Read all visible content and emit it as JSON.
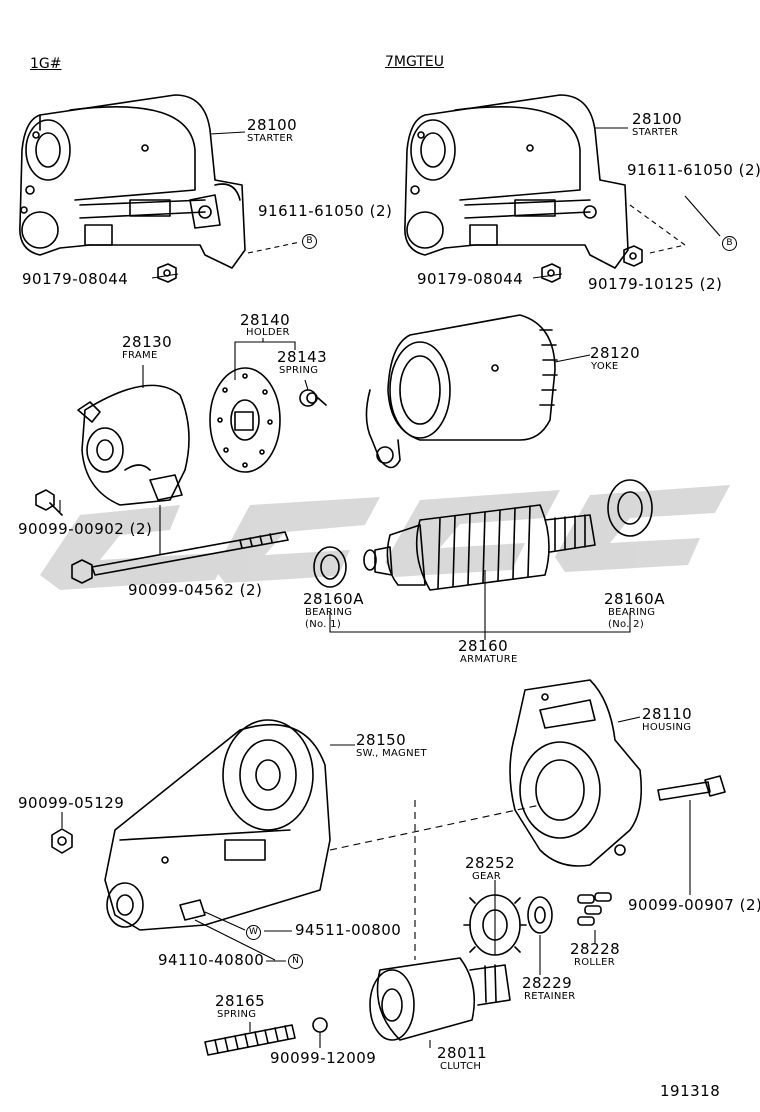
{
  "headers": {
    "left": "1G#",
    "right": "7MGTEU"
  },
  "figure_number": "191318",
  "parts": {
    "starter_left": {
      "number": "28100",
      "name": "STARTER"
    },
    "starter_right": {
      "number": "28100",
      "name": "STARTER"
    },
    "bolt_left": {
      "number": "91611-61050 (2)"
    },
    "bolt_right": {
      "number": "91611-61050 (2)"
    },
    "nut_left": {
      "number": "90179-08044"
    },
    "nut_right": {
      "number": "90179-08044"
    },
    "nut_right2": {
      "number": "90179-10125 (2)"
    },
    "frame": {
      "number": "28130",
      "name": "FRAME"
    },
    "holder": {
      "number": "28140",
      "name": "HOLDER"
    },
    "spring_28143": {
      "number": "28143",
      "name": "SPRING"
    },
    "yoke": {
      "number": "28120",
      "name": "YOKE"
    },
    "screw_00902": {
      "number": "90099-00902 (2)"
    },
    "bolt_04562": {
      "number": "90099-04562 (2)"
    },
    "bearing1": {
      "number": "28160A",
      "name": "BEARING",
      "note": "(No. 1)"
    },
    "bearing2": {
      "number": "28160A",
      "name": "BEARING",
      "note": "(No. 2)"
    },
    "armature": {
      "number": "28160",
      "name": "ARMATURE"
    },
    "magnet_sw": {
      "number": "28150",
      "name": "SW., MAGNET"
    },
    "housing": {
      "number": "28110",
      "name": "HOUSING"
    },
    "nut_05129": {
      "number": "90099-05129"
    },
    "bolt_00907": {
      "number": "90099-00907 (2)"
    },
    "gear": {
      "number": "28252",
      "name": "GEAR"
    },
    "washer": {
      "number": "94511-00800"
    },
    "nut_40800": {
      "number": "94110-40800"
    },
    "roller": {
      "number": "28228",
      "name": "ROLLER"
    },
    "retainer": {
      "number": "28229",
      "name": "RETAINER"
    },
    "spring_28165": {
      "number": "28165",
      "name": "SPRING"
    },
    "ball": {
      "number": "90099-12009"
    },
    "clutch": {
      "number": "28011",
      "name": "CLUTCH"
    }
  },
  "symbols": {
    "b": "B",
    "w": "W",
    "n": "N"
  }
}
